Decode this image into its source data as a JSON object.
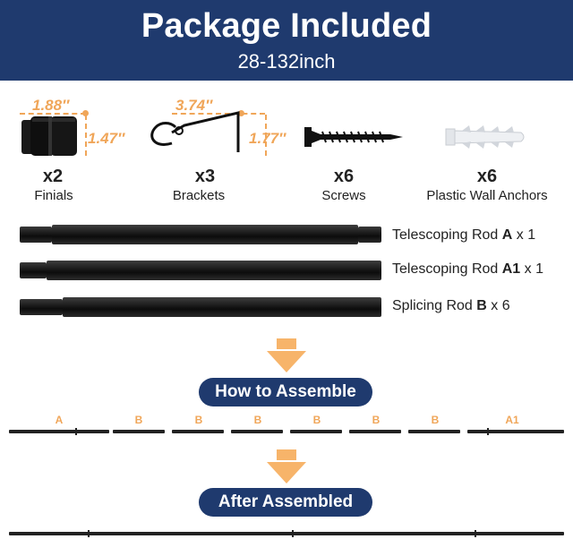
{
  "header": {
    "title": "Package Included",
    "subtitle": "28-132inch"
  },
  "parts": [
    {
      "dim_w": "1.88″",
      "dim_h": "1.47″",
      "count": "x2",
      "label": "Finials"
    },
    {
      "dim_w": "3.74″",
      "dim_h": "1.77″",
      "count": "x3",
      "label": "Brackets"
    },
    {
      "count": "x6",
      "label": "Screws"
    },
    {
      "count": "x6",
      "label": "Plastic Wall Anchors"
    }
  ],
  "rods": [
    {
      "name": "Telescoping Rod",
      "code": "A",
      "qty": "x 1"
    },
    {
      "name": "Telescoping Rod",
      "code": "A1",
      "qty": "x 1"
    },
    {
      "name": "Splicing Rod",
      "code": "B",
      "qty": "x 6"
    }
  ],
  "assemble_label": "How to Assemble",
  "segments": [
    "A",
    "B",
    "B",
    "B",
    "B",
    "B",
    "B",
    "A1"
  ],
  "assembled_label": "After Assembled",
  "colors": {
    "navy": "#1f3a6e",
    "accent": "#f0a659",
    "arrow": "#f7b46a"
  }
}
